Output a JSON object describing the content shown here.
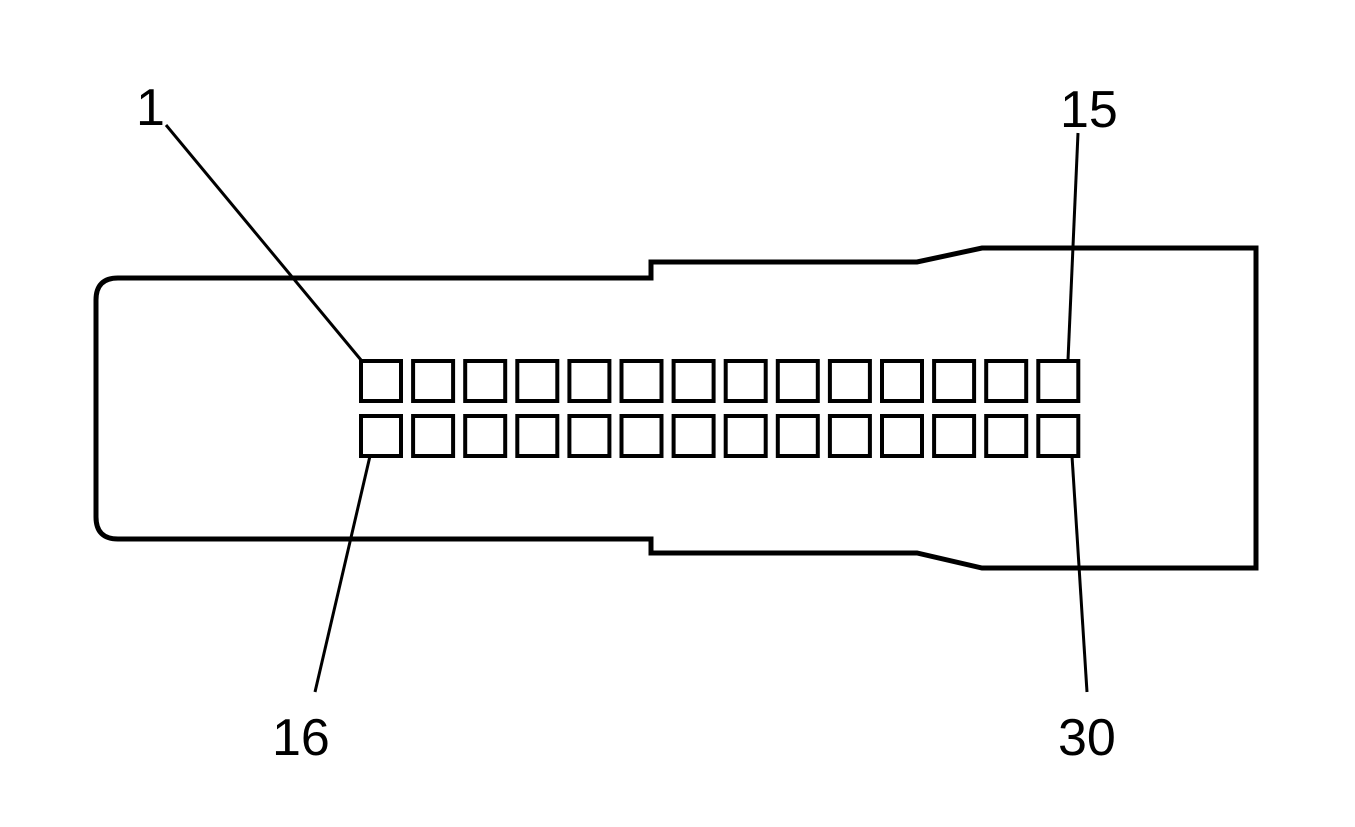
{
  "diagram": {
    "type": "connector-face-view",
    "pin_rows": 2,
    "pins_per_row": 14,
    "callouts": {
      "top_left": "1",
      "top_right": "15",
      "bottom_left": "16",
      "bottom_right": "30"
    },
    "colors": {
      "line": "#000000",
      "background": "#ffffff"
    }
  }
}
